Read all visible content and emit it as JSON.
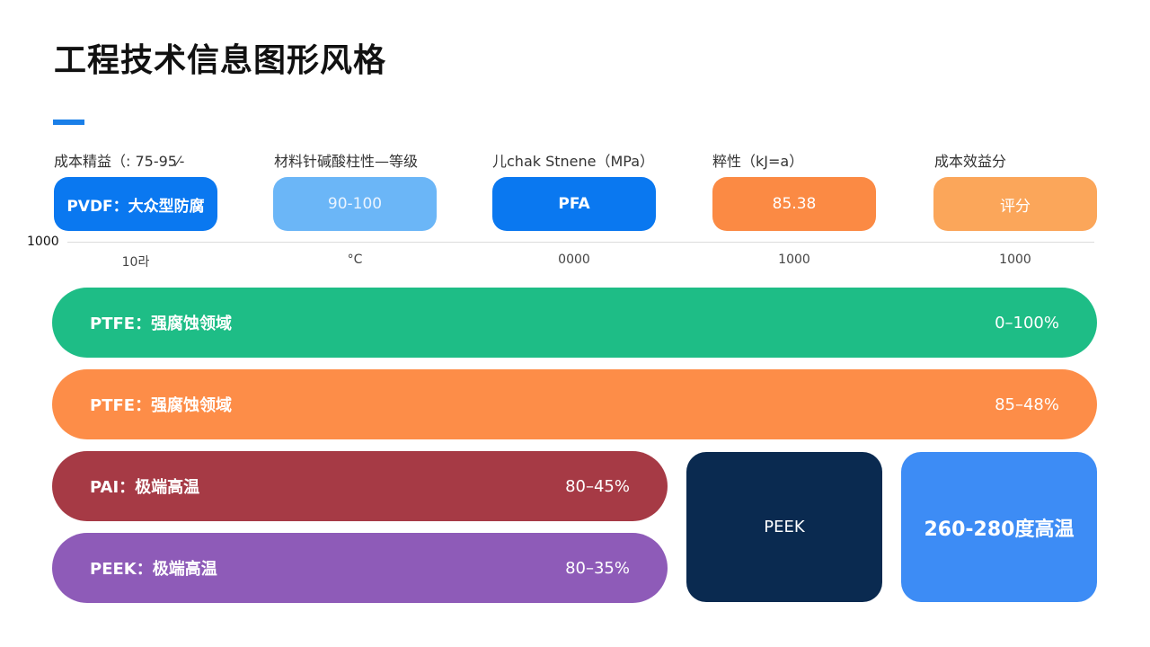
{
  "header": {
    "title": "工程技术信息图形风格",
    "accent_color": "#1a7fe8"
  },
  "columns": [
    {
      "label": "成本精益（: 75-95⁄-",
      "pill_text": "PVDF：大众型防腐",
      "pill_color": "#0a78f0",
      "tick": "10라"
    },
    {
      "label": "材料针碱酸柱性—等级",
      "pill_text": "90-100",
      "pill_color": "#6bb6f7",
      "tick": "°C"
    },
    {
      "label": "儿chak Stnene（MPa）",
      "pill_text": "PFA",
      "pill_color": "#0a78f0",
      "tick": "0000"
    },
    {
      "label": "粹性（kJ=a）",
      "pill_text": "85.38",
      "pill_color": "#fb8a44",
      "tick": "1000"
    },
    {
      "label": "成本效益分",
      "pill_text": "评分",
      "pill_color": "#fba65a",
      "tick": "1000"
    }
  ],
  "axis": {
    "left_label": "1000"
  },
  "bars": [
    {
      "label": "PTFE：强腐蚀领域",
      "value": "0–100%",
      "color": "#1ebd86"
    },
    {
      "label": "PTFE：强腐蚀领域",
      "value": "85–48%",
      "color": "#fd8d48"
    },
    {
      "label": "PAI：极端高温",
      "value": "80–45%",
      "color": "#a63a45"
    },
    {
      "label": "PEEK：极端高温",
      "value": "80–35%",
      "color": "#8e5bb8"
    }
  ],
  "boxes": [
    {
      "text": "PEEK",
      "color": "#0a2a50"
    },
    {
      "text": "260-280度高温",
      "color": "#3d8cf5"
    }
  ]
}
